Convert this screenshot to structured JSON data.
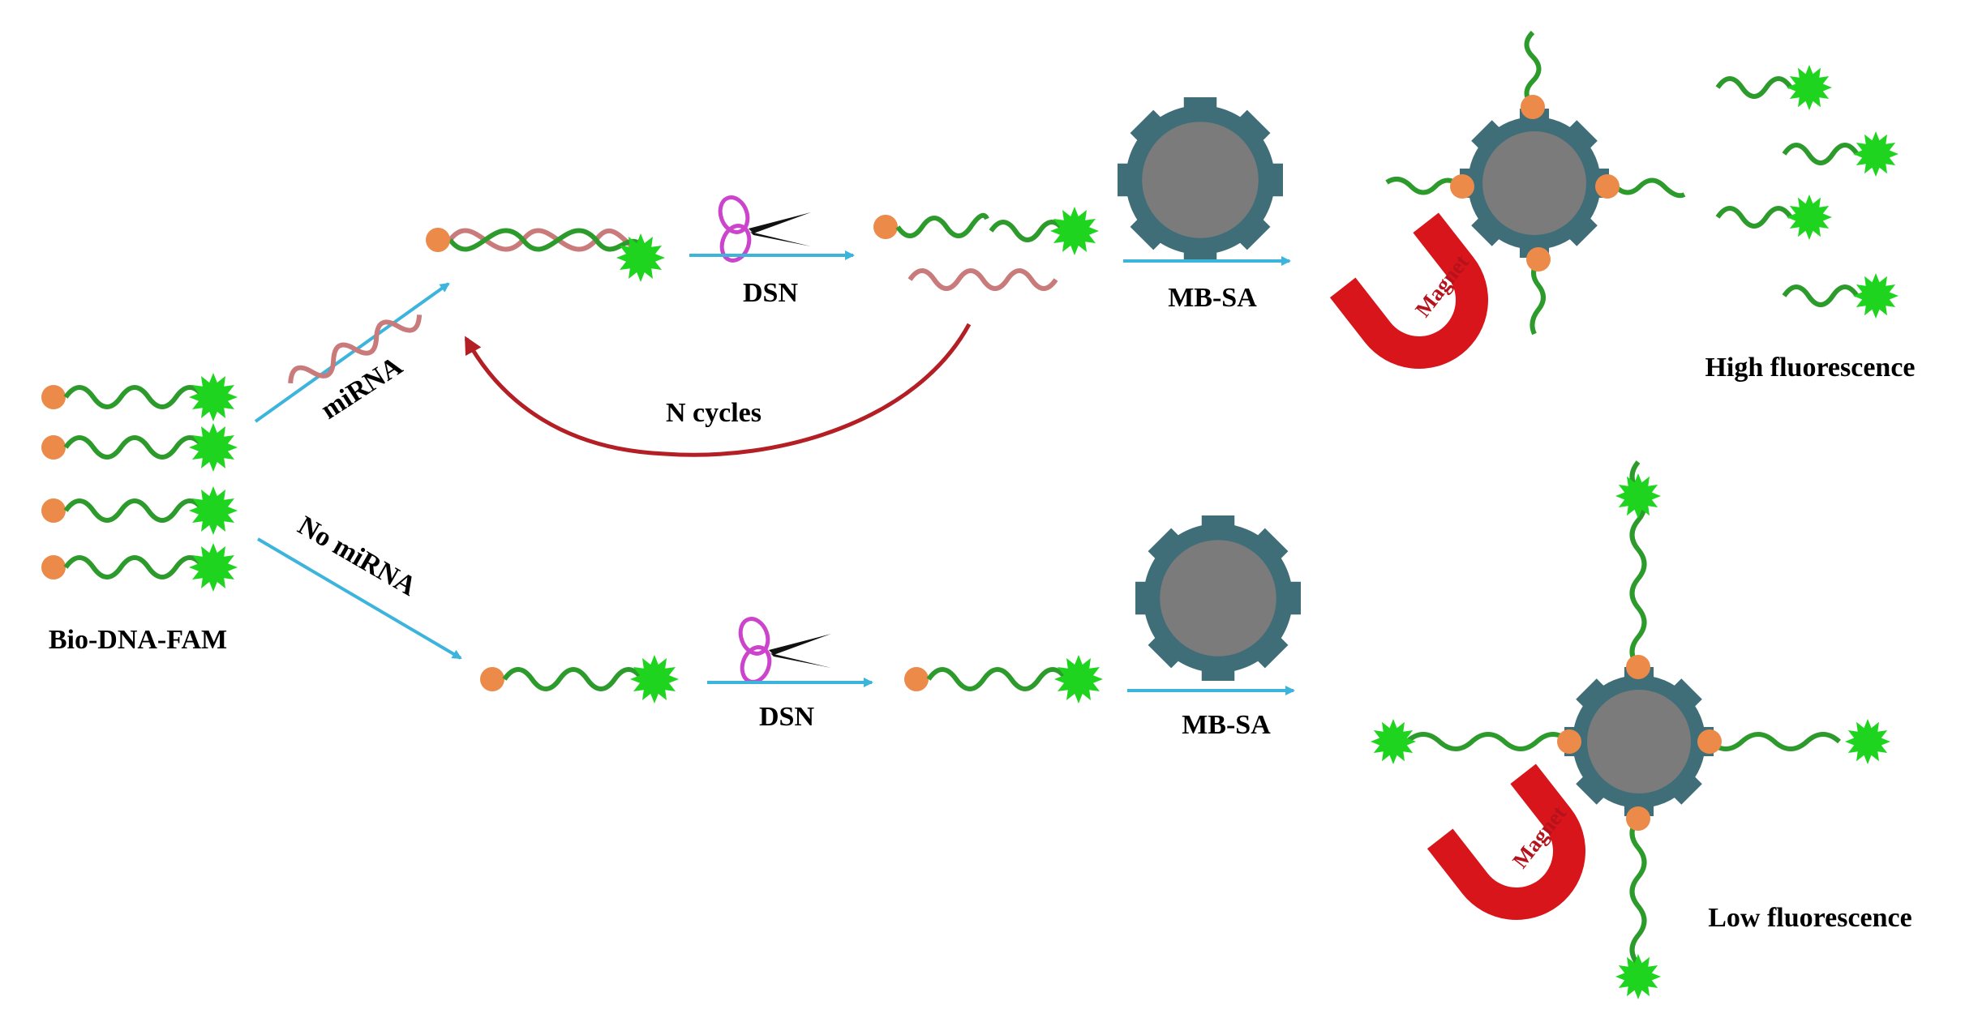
{
  "labels": {
    "probe": "Bio-DNA-FAM",
    "mirna": "miRNA",
    "no_mirna": "No miRNA",
    "dsn_top": "DSN",
    "dsn_bottom": "DSN",
    "mbsa_top": "MB-SA",
    "mbsa_bottom": "MB-SA",
    "cycles": "N cycles",
    "magnet_top": "Magnet",
    "magnet_bottom": "Magnet",
    "high": "High fluorescence",
    "low": "Low fluorescence"
  },
  "colors": {
    "dna": "#2c9b2c",
    "mirna": "#c97a7a",
    "biotin": "#ec8a4a",
    "fam": "#1fd41f",
    "bead_ring": "#3f6e78",
    "bead_core": "#7b7b7b",
    "arrow": "#3cb4dc",
    "cycle_arrow": "#b31f24",
    "magnet": "#d8151b",
    "scissor_handle": "#cc44cc"
  }
}
